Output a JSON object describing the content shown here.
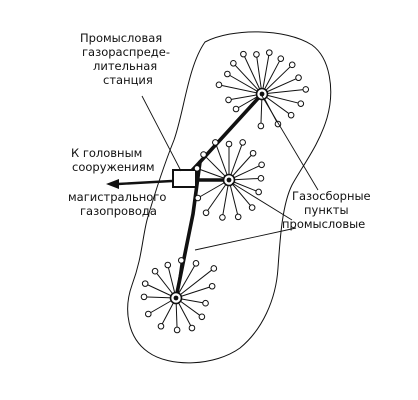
{
  "labels": {
    "station": [
      "Промысловая",
      "газораспреде-",
      "лительная",
      "станция"
    ],
    "to_head": [
      "К головным",
      "сооружениям"
    ],
    "pipeline": [
      "магистрального",
      "газопровода"
    ],
    "points": [
      "Газосборные",
      "пункты",
      "промысловые"
    ]
  },
  "colors": {
    "ink": "#111111",
    "paper": "#ffffff"
  }
}
